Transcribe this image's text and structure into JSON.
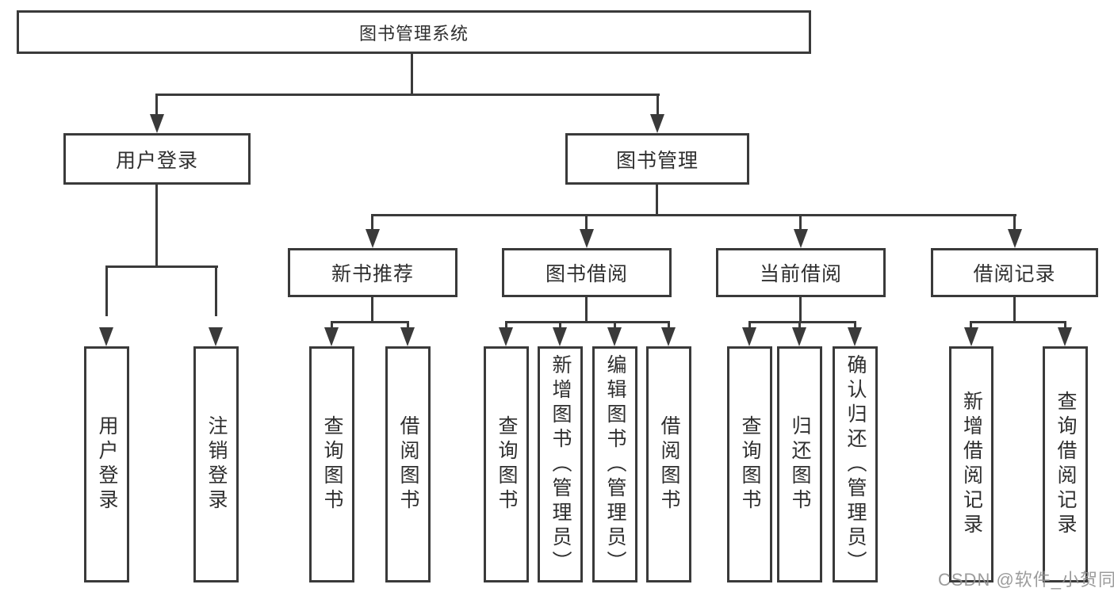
{
  "title": "图书管理系统",
  "watermark": "CSDN @软件_小贺同学",
  "colors": {
    "line": "#3a3a3a",
    "box_border": "#3a3a3a",
    "text": "#2f2f2f",
    "background": "#ffffff",
    "watermark": "#919191"
  },
  "tree": {
    "label": "图书管理系统",
    "children": [
      {
        "label": "用户登录",
        "children": [
          {
            "label": "用户登录"
          },
          {
            "label": "注销登录"
          }
        ]
      },
      {
        "label": "图书管理",
        "children": [
          {
            "label": "新书推荐",
            "children": [
              {
                "label": "查询图书"
              },
              {
                "label": "借阅图书"
              }
            ]
          },
          {
            "label": "图书借阅",
            "children": [
              {
                "label": "查询图书"
              },
              {
                "label": "新增图书（管理员）"
              },
              {
                "label": "编辑图书（管理员）"
              },
              {
                "label": "借阅图书"
              }
            ]
          },
          {
            "label": "当前借阅",
            "children": [
              {
                "label": "查询图书"
              },
              {
                "label": "归还图书"
              },
              {
                "label": "确认归还（管理员）"
              }
            ]
          },
          {
            "label": "借阅记录",
            "children": [
              {
                "label": "新增借阅记录"
              },
              {
                "label": "查询借阅记录"
              }
            ]
          }
        ]
      }
    ]
  }
}
